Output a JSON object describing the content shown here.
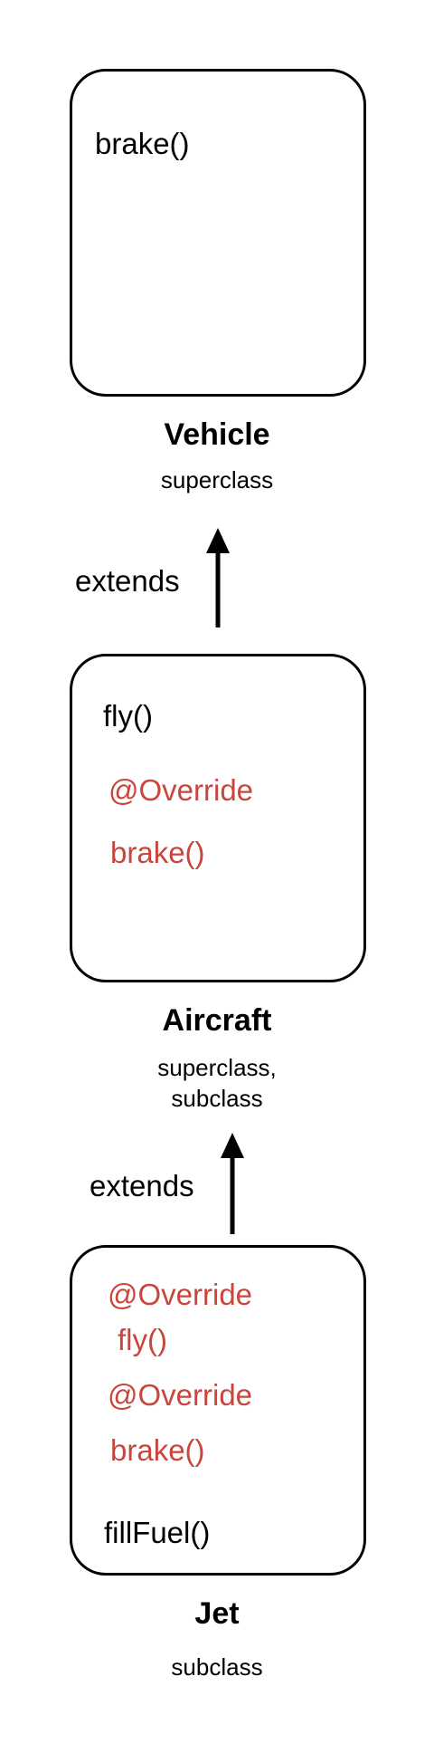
{
  "colors": {
    "stroke": "#000000",
    "override": "#c9463d"
  },
  "vehicle": {
    "name": "Vehicle",
    "role": "superclass",
    "methods": [
      "brake()"
    ]
  },
  "edge_vehicle_aircraft": {
    "label": "extends"
  },
  "aircraft": {
    "name": "Aircraft",
    "role_line1": "superclass,",
    "role_line2": "subclass",
    "method": "fly()",
    "override_annotation": "@Override",
    "override_method": "brake()"
  },
  "edge_aircraft_jet": {
    "label": "extends"
  },
  "jet": {
    "name": "Jet",
    "role": "subclass",
    "override1_annotation": "@Override",
    "override1_method": "fly()",
    "override2_annotation": "@Override",
    "override2_method": "brake()",
    "method": "fillFuel()"
  }
}
